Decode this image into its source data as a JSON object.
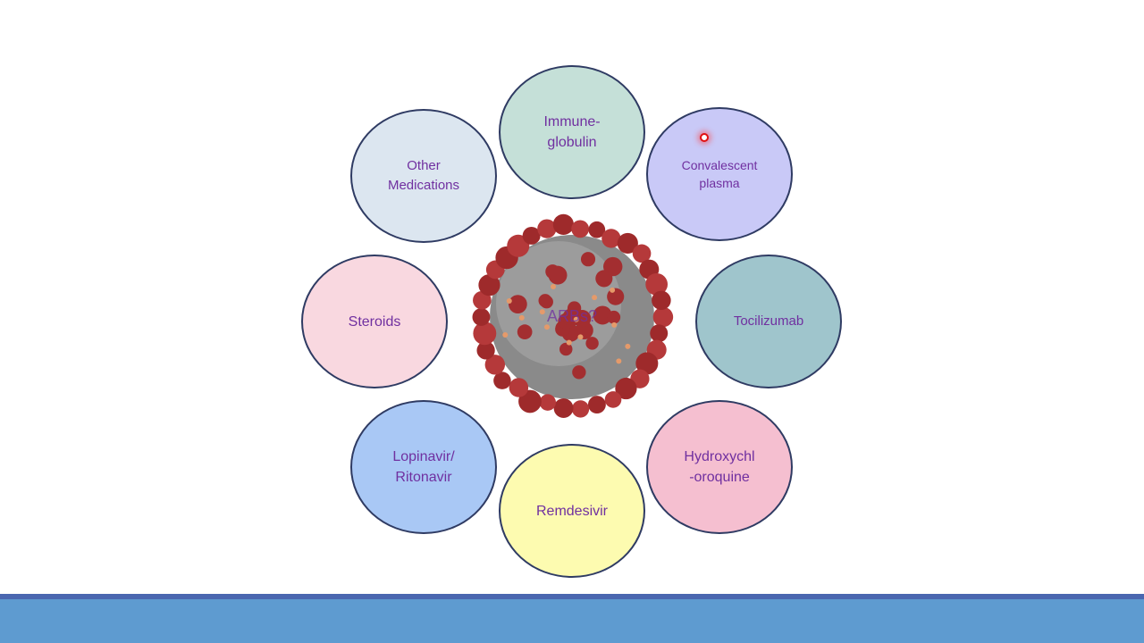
{
  "slide": {
    "center_label": "ARBs?",
    "bubbles": [
      {
        "label": "Immune-\nglobulin",
        "color": "#c5e0d8"
      },
      {
        "label": "Convalescent\nplasma",
        "color": "#c9c9f7"
      },
      {
        "label": "Tocilizumab",
        "color": "#9fc5cc"
      },
      {
        "label": "Hydroxychl\n-oroquine",
        "color": "#f5bfd0"
      },
      {
        "label": "Remdesivir",
        "color": "#fdfbb0"
      },
      {
        "label": "Lopinavir/\nRitonavir",
        "color": "#a9c8f5"
      },
      {
        "label": "Steroids",
        "color": "#f9d8e0"
      },
      {
        "label": "Other\nMedications",
        "color": "#dce6f0"
      }
    ]
  }
}
